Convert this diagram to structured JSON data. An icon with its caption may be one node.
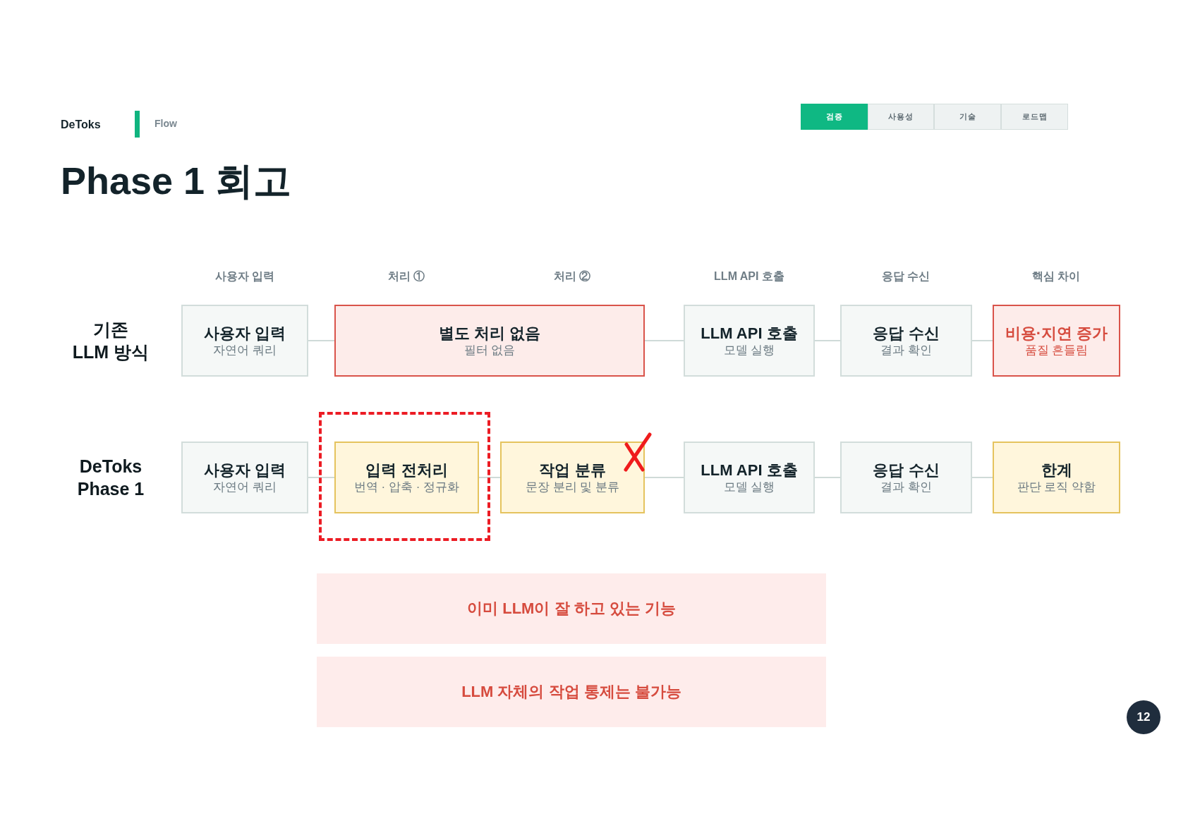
{
  "diagram": {
    "title": "Phase 1 회고",
    "nodes": [
      {
        "text": [
          "사용자 입력",
          "자연어 쿼리"
        ]
      },
      {
        "text": [
          "별도 처리 없음",
          "필터 없음"
        ]
      },
      {
        "text": [
          "LLM API 호출",
          "모델 실행"
        ]
      },
      {
        "text": [
          "응답 수신",
          "결과 확인"
        ]
      },
      {
        "text": [
          "비용·지연 증가",
          "품질 흔들림"
        ]
      },
      {
        "text": [
          "사용자 입력",
          "자연어 쿼리"
        ]
      },
      {
        "text": [],
        "shape": "box"
      },
      {
        "text": [
          "입력 전처리",
          "번역 · 압축 · 정규화"
        ],
        "in": 6
      },
      {
        "text": [
          "작업 분류",
          "문장 분리 및 분류"
        ]
      },
      {
        "text": [
          "LLM API 호출",
          "모델 실행"
        ]
      },
      {
        "text": [
          "응답 수신",
          "결과 확인"
        ]
      },
      {
        "text": [
          "한계",
          "판단 로직 약함"
        ]
      },
      {
        "text": [
          "이미 LLM이 잘 하고 있는 기능"
        ]
      },
      {
        "text": [
          "LLM 자체의 작업 통제는 불가능"
        ]
      }
    ],
    "edges": [
      {
        "from": 0,
        "to": 1,
        "arrow": "none"
      },
      {
        "from": 1,
        "to": 2,
        "arrow": "none"
      },
      {
        "from": 2,
        "to": 3,
        "arrow": "none"
      },
      {
        "from": 3,
        "to": 4,
        "arrow": "none"
      },
      {
        "from": 5,
        "to": 7,
        "arrow": "none"
      },
      {
        "from": 7,
        "to": 8,
        "arrow": "none"
      },
      {
        "from": 8,
        "to": 9,
        "arrow": "none"
      },
      {
        "from": 9,
        "to": 10,
        "arrow": "none"
      },
      {
        "from": 10,
        "to": 11,
        "arrow": "none"
      }
    ],
    "labels": [
      "DeToks",
      "Flow",
      "검증",
      "사용성",
      "기술",
      "로드맵",
      "사용자 입력",
      "처리 ①",
      "처리 ②",
      "LLM API 호출",
      "응답 수신",
      "핵심 차이",
      "기존 LLM 방식",
      "DeToks Phase 1",
      "12"
    ]
  }
}
